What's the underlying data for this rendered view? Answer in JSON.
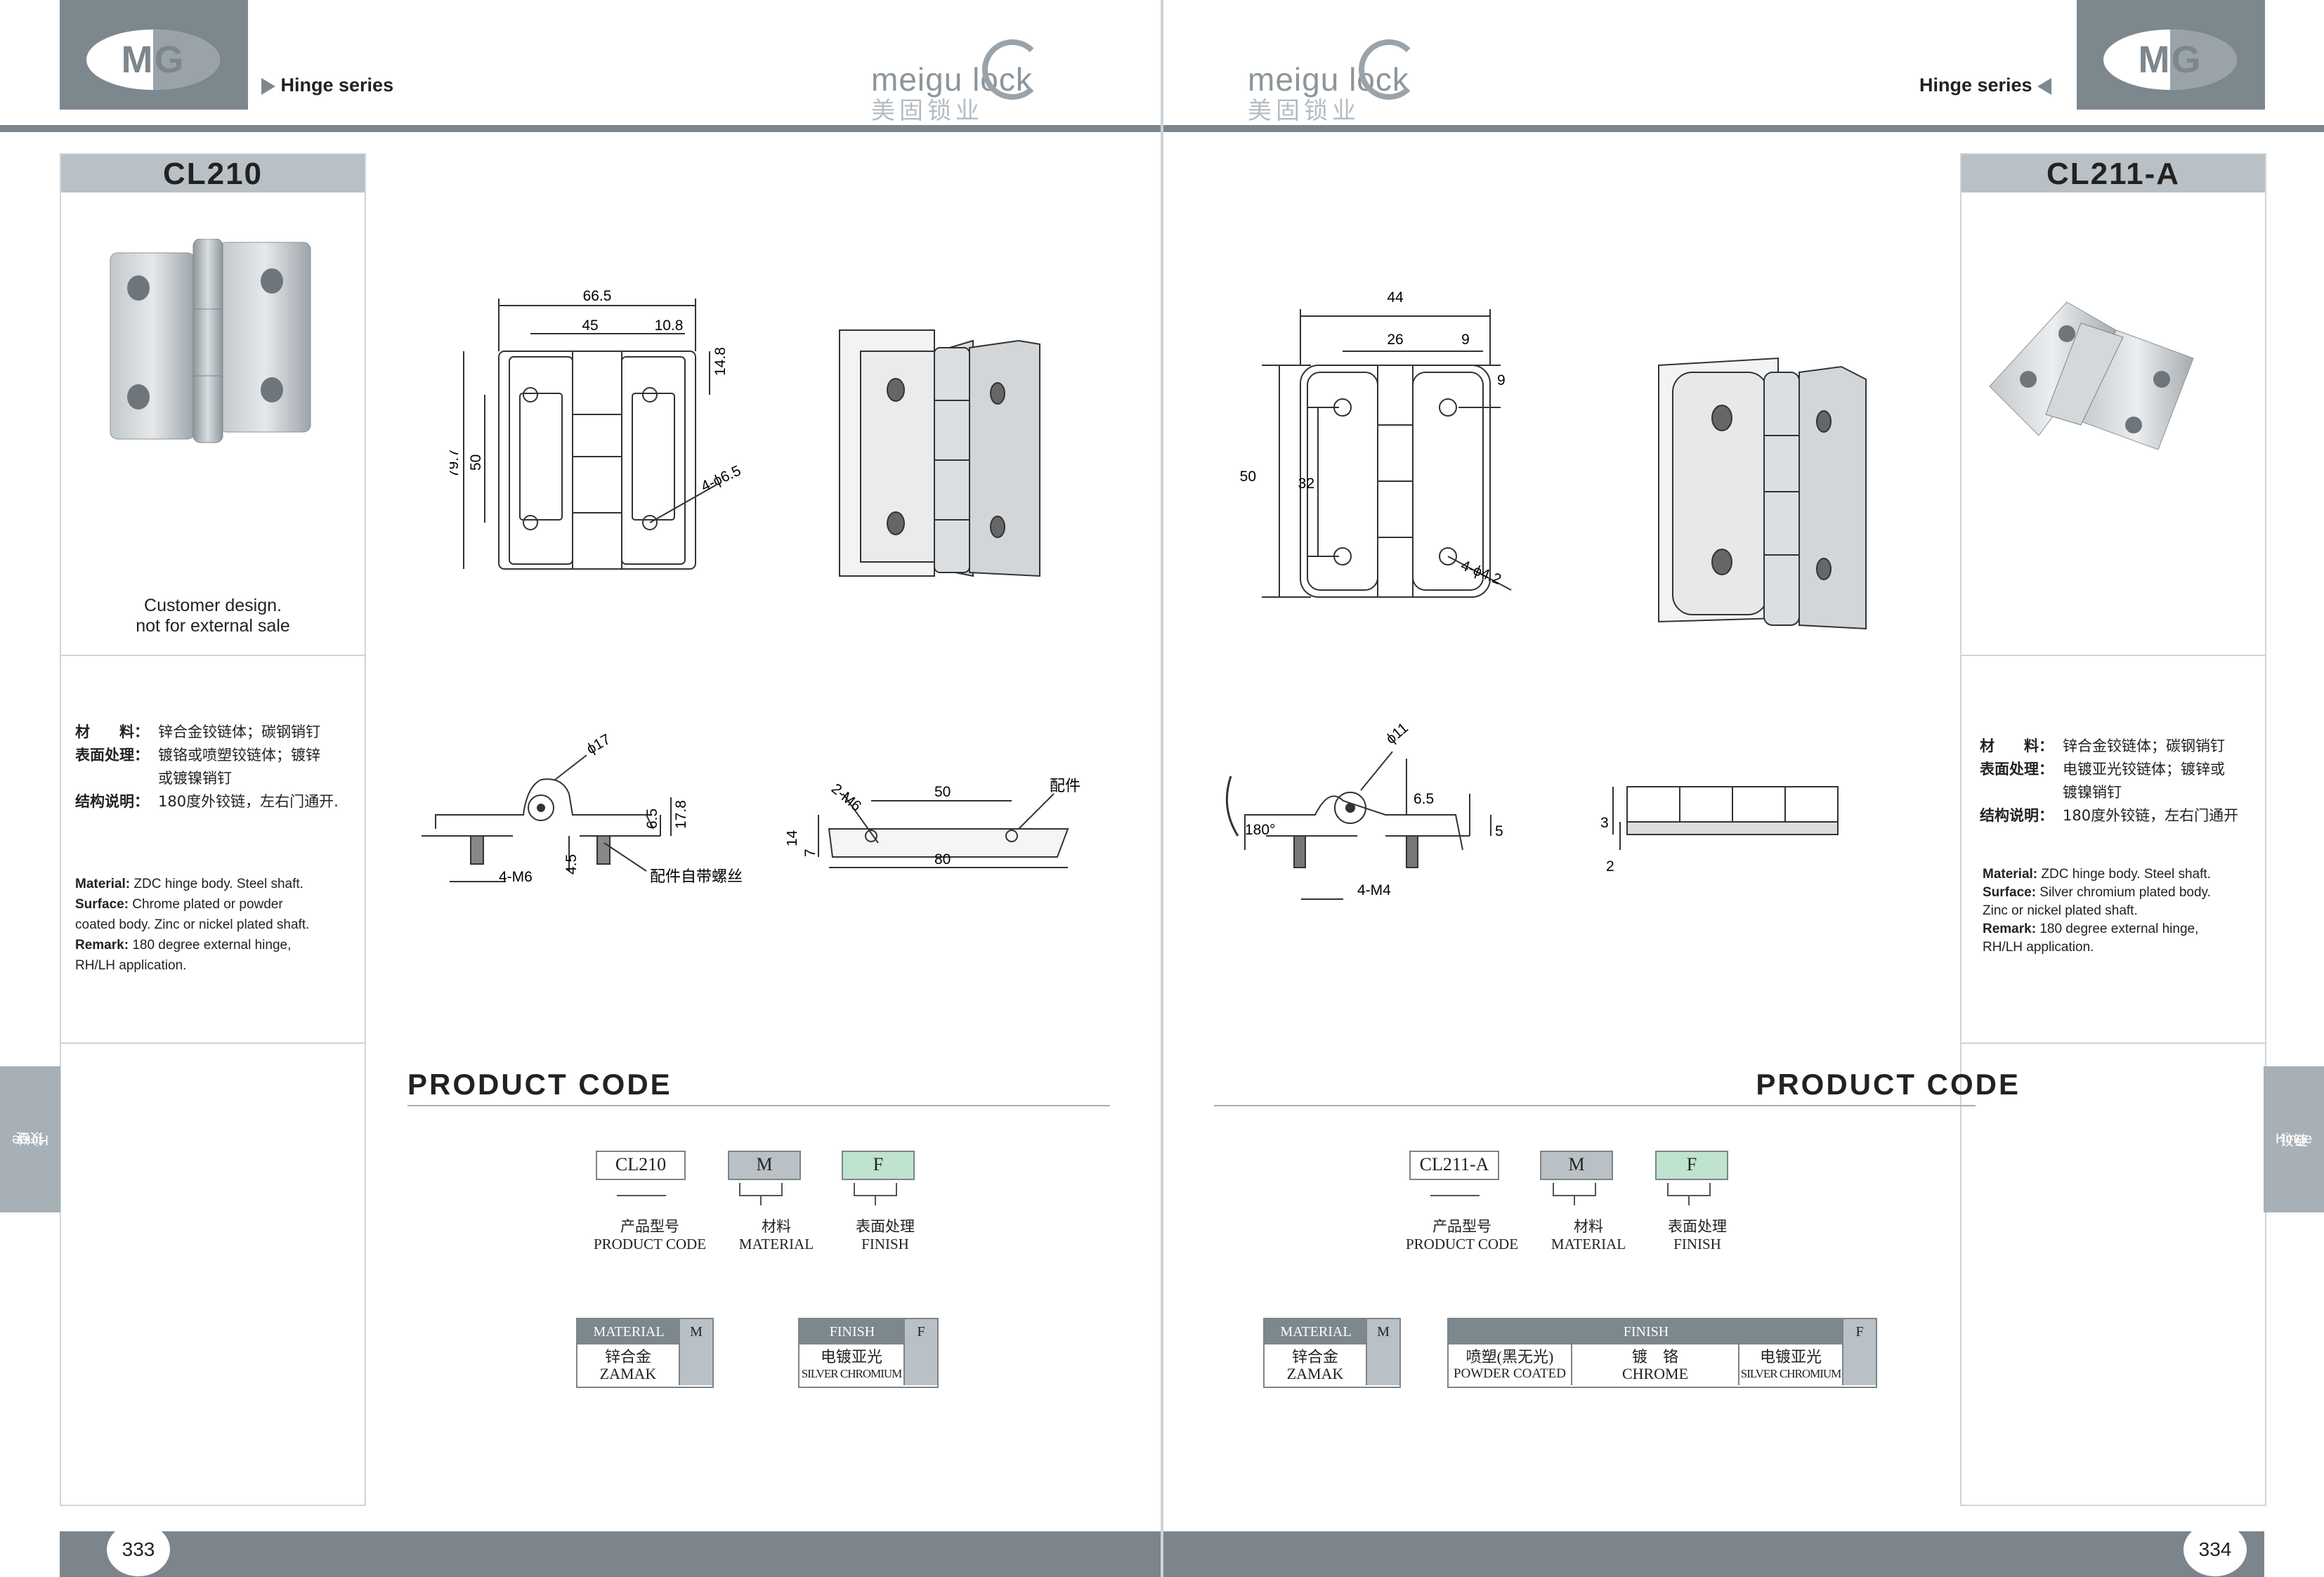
{
  "header": {
    "logo_text": "MG",
    "series_left": "Hinge series",
    "series_right": "Hinge series",
    "brand_word": "meigu lock",
    "brand_cn": "美固锁业"
  },
  "left": {
    "model": "CL210",
    "photo_caption_1": "Customer design.",
    "photo_caption_2": "not for external sale",
    "cn_specs": [
      {
        "label": "材　　料：",
        "value": "锌合金铰链体；碳钢销钉"
      },
      {
        "label": "表面处理：",
        "value": "镀铬或喷塑铰链体；镀锌"
      },
      {
        "label": "",
        "value": "或镀镍销钉"
      },
      {
        "label": "结构说明：",
        "value": "180度外铰链，左右门通开."
      }
    ],
    "en_specs": [
      {
        "label": "Material:",
        "value": " ZDC hinge body. Steel shaft."
      },
      {
        "label": "Surface:",
        "value": " Chrome plated or powder"
      },
      {
        "label": "",
        "value": "coated body. Zinc or nickel plated shaft."
      },
      {
        "label": "Remark:",
        "value": " 180 degree external hinge,"
      },
      {
        "label": "",
        "value": "RH/LH application."
      }
    ],
    "dims_front": [
      "66.5",
      "45",
      "10.8",
      "14.8",
      "79.7",
      "50",
      "4-ϕ6.5"
    ],
    "dims_side": [
      "ϕ17",
      "6.5",
      "17.8",
      "4.5",
      "4-M6",
      "配件自带螺丝"
    ],
    "dims_plate": [
      "2-M6",
      "50",
      "配件",
      "14",
      "7",
      "80"
    ],
    "product_code_title": "PRODUCT CODE",
    "code": {
      "model": "CL210",
      "material": "M",
      "finish": "F"
    },
    "code_labels": [
      {
        "cn": "产品型号",
        "en": "PRODUCT CODE"
      },
      {
        "cn": "材料",
        "en": "MATERIAL"
      },
      {
        "cn": "表面处理",
        "en": "FINISH"
      }
    ],
    "material_table": {
      "head": "MATERIAL",
      "code": "M",
      "cn": "锌合金",
      "en": "ZAMAK"
    },
    "finish_table": {
      "head": "FINISH",
      "code": "F",
      "cn": "电镀亚光",
      "en": "SILVER CHROMIUM"
    },
    "side_tab_cn": "铰链",
    "side_tab_en": "Hinge",
    "page_number": "333"
  },
  "right": {
    "model": "CL211-A",
    "cn_specs": [
      {
        "label": "材　　料：",
        "value": "锌合金铰链体；碳钢销钉"
      },
      {
        "label": "表面处理：",
        "value": "电镀亚光铰链体；镀锌或"
      },
      {
        "label": "",
        "value": "镀镍销钉"
      },
      {
        "label": "结构说明：",
        "value": "180度外铰链，左右门通开"
      }
    ],
    "en_specs": [
      {
        "label": "Material:",
        "value": " ZDC hinge body. Steel shaft."
      },
      {
        "label": "Surface:",
        "value": " Silver chromium plated body."
      },
      {
        "label": "",
        "value": "Zinc or nickel plated shaft."
      },
      {
        "label": "Remark:",
        "value": " 180 degree external hinge,"
      },
      {
        "label": "",
        "value": "RH/LH application."
      }
    ],
    "dims_front": [
      "44",
      "26",
      "9",
      "9",
      "50",
      "32",
      "4-ϕ4.2"
    ],
    "dims_side": [
      "ϕ11",
      "180°",
      "6.5",
      "5",
      "4-M4"
    ],
    "dims_plate": [
      "3",
      "2"
    ],
    "product_code_title": "PRODUCT CODE",
    "code": {
      "model": "CL211-A",
      "material": "M",
      "finish": "F"
    },
    "code_labels": [
      {
        "cn": "产品型号",
        "en": "PRODUCT CODE"
      },
      {
        "cn": "材料",
        "en": "MATERIAL"
      },
      {
        "cn": "表面处理",
        "en": "FINISH"
      }
    ],
    "material_table": {
      "head": "MATERIAL",
      "code": "M",
      "cn": "锌合金",
      "en": "ZAMAK"
    },
    "finish_table": {
      "head": "FINISH",
      "code": "F",
      "options": [
        {
          "cn": "喷塑(黑无光)",
          "en": "POWDER COATED"
        },
        {
          "cn": "镀　铬",
          "en": "CHROME"
        },
        {
          "cn": "电镀亚光",
          "en": "SILVER CHROMIUM"
        }
      ]
    },
    "side_tab_cn": "铰链",
    "side_tab_en": "Hinge",
    "page_number": "334"
  },
  "colors": {
    "band": "#7c858b",
    "logo_box": "#7d878e",
    "card_head": "#b9c1c6",
    "material_box": "#b9c1c6",
    "finish_box": "#bfe3cf"
  }
}
